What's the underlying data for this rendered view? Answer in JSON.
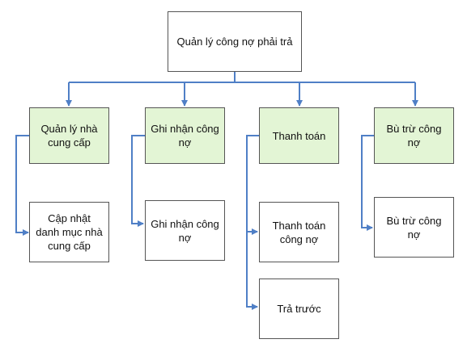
{
  "diagram": {
    "root": {
      "label": "Quản lý công nợ phải trả"
    },
    "branches": [
      {
        "label": "Quản lý nhà cung cấp",
        "children": [
          {
            "label": "Cập nhật danh mục nhà cung cấp"
          }
        ]
      },
      {
        "label": "Ghi nhận công nợ",
        "children": [
          {
            "label": "Ghi nhận công nợ"
          }
        ]
      },
      {
        "label": "Thanh toán",
        "children": [
          {
            "label": "Thanh toán công nợ"
          },
          {
            "label": "Trả trước"
          }
        ]
      },
      {
        "label": "Bù trừ công nợ",
        "children": [
          {
            "label": "Bù trừ công nợ"
          }
        ]
      }
    ]
  },
  "colors": {
    "connector": "#4f7fc6",
    "branch_fill": "#e3f5d5",
    "box_border": "#555555"
  }
}
